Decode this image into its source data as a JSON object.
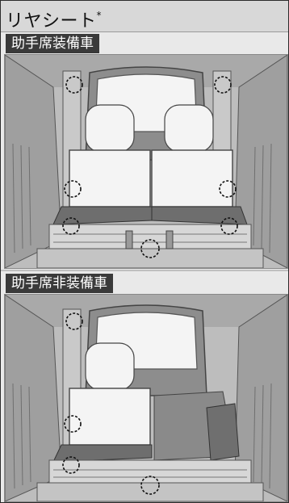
{
  "header": {
    "title": "リヤシート",
    "title_mark": "*"
  },
  "sections": [
    {
      "label": "助手席装備車"
    },
    {
      "label": "助手席非装備車"
    }
  ],
  "icons": {
    "mark_circle": "dashed-circle-icon"
  },
  "colors": {
    "header_bg": "#d8d8d8",
    "label_bg": "#3a3a3a",
    "label_text": "#ffffff",
    "interior_gray": "#b3b3b3",
    "seat_white": "#f4f4f4"
  }
}
